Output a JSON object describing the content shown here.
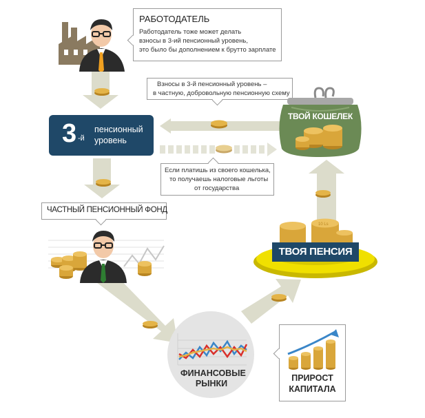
{
  "employer": {
    "title": "РАБОТОДАТЕЛЬ",
    "lines": [
      "Работодатель тоже может делать",
      "взносы в 3-ий пенсионный уровень,",
      "это было бы дополнением к брутто зарплате"
    ]
  },
  "contributions_note": {
    "lines": [
      "Взносы в 3-й пенсионный уровень –",
      "в частную, добровольную пенсионную схему"
    ]
  },
  "pillar3": {
    "number": "3",
    "suffix": "-й",
    "word1": "пенсионный",
    "word2": "уровень"
  },
  "wallet": {
    "label": "ТВОЙ КОШЕЛЕК"
  },
  "tax_note": {
    "lines": [
      "Если платишь из своего кошелька,",
      "то получаешь налоговые льготы",
      "от государства"
    ]
  },
  "fund": {
    "label": "ЧАСТНЫЙ ПЕНСИОННЫЙ ФОНД"
  },
  "pension": {
    "label": "ТВОЯ ПЕНСИЯ"
  },
  "markets": {
    "line1": "ФИНАНСОВЫЕ",
    "line2": "РЫНКИ"
  },
  "growth": {
    "line1": "ПРИРОСТ",
    "line2": "КАПИТАЛА"
  },
  "coin_text": "10 Ls",
  "colors": {
    "pillar_box": "#1f4868",
    "wallet_green": "#6b8a55",
    "coin_gold": "#d9a63a",
    "arrow_beige": "#dcdccb",
    "arrow_blue": "#3a86c8",
    "tie_orange": "#f0a020",
    "tie_green": "#2e7d32"
  }
}
